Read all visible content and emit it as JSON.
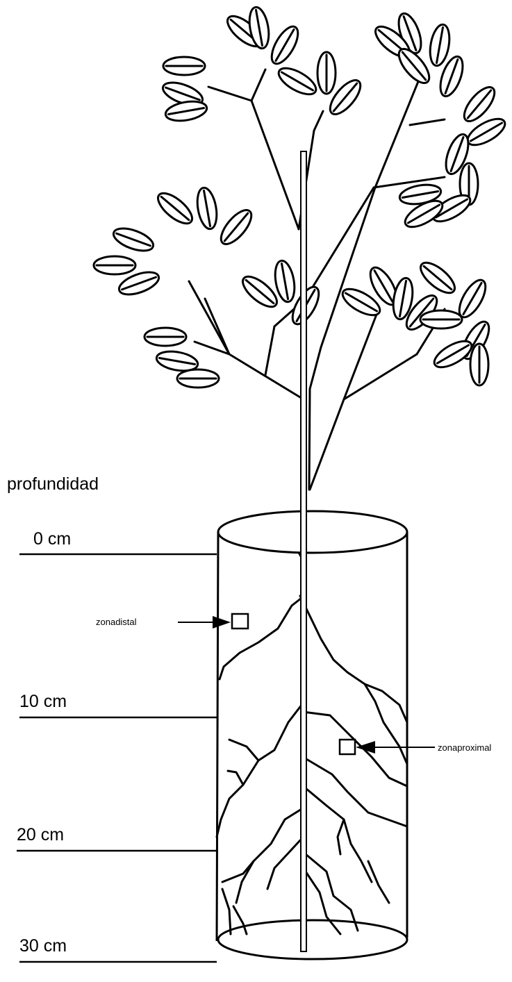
{
  "title": "profundidad",
  "depth_labels": [
    "0 cm",
    "10 cm",
    "20 cm",
    "30 cm"
  ],
  "zones": {
    "distal": "zonadistal",
    "proximal": "zonaproximal"
  }
}
